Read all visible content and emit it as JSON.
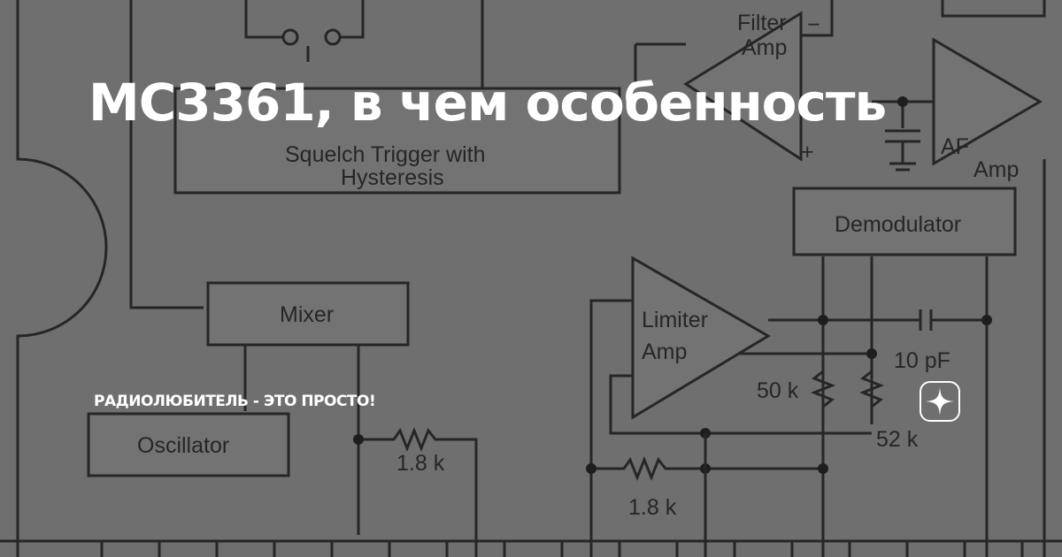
{
  "card": {
    "title": "MC3361, в чем особенность",
    "channel": "РАДИОЛЮБИТЕЛЬ - ЭТО ПРОСТО!",
    "logo_icon": "zen-star-icon",
    "text_color": "#ffffff",
    "background_color": "#6f6f6f"
  },
  "diagram": {
    "squelch_line1": "Squelch Trigger with",
    "squelch_line2": "Hysteresis",
    "filter_line1": "Filter",
    "filter_line2": "Amp",
    "af_line1": "AF",
    "af_line2": "Amp",
    "demodulator": "Demodulator",
    "mixer": "Mixer",
    "limiter_line1": "Limiter",
    "limiter_line2": "Amp",
    "cap_label": "10 pF",
    "res_50k": "50 k",
    "res_52k": "52 k",
    "res_18k_top": "1.8 k",
    "res_18k_bottom": "1.8 k",
    "oscillator": "Oscillator",
    "plus": "+",
    "minus": "−"
  }
}
